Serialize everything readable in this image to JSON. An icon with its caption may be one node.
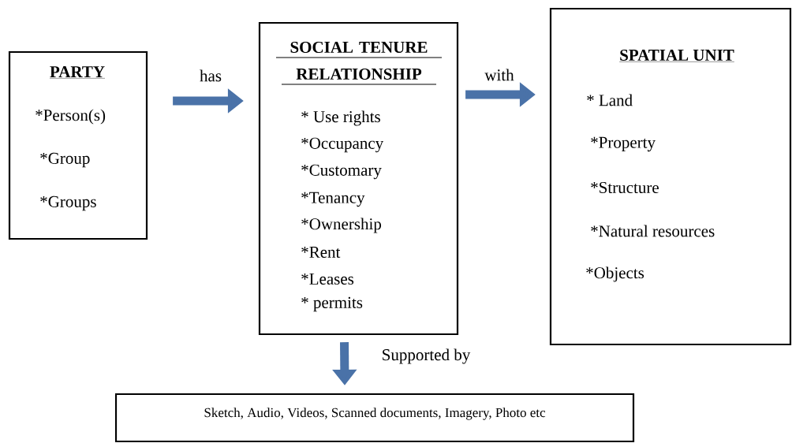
{
  "diagram": {
    "nodes": [
      {
        "text": [
          "PARTY",
          "*Person(s)",
          "*Group",
          "*Groups"
        ]
      },
      {
        "text": [
          "SOCIAL TENURE RELATIONSHIP",
          "* Use rights",
          "*Occupancy",
          "*Customary",
          "*Tenancy",
          "*Ownership",
          "*Rent",
          "*Leases",
          "* permits"
        ]
      },
      {
        "text": [
          "SPATIAL UNIT",
          "* Land",
          "*Property",
          "*Structure",
          "*Natural resources",
          "*Objects"
        ]
      },
      {
        "text": [
          "Sketch, Audio, Videos, Scanned documents, Imagery, Photo etc"
        ]
      }
    ],
    "edges": [
      {
        "from": 0,
        "to": 1,
        "arrow": "to",
        "label": "has"
      },
      {
        "from": 1,
        "to": 2,
        "arrow": "to",
        "label": "with"
      },
      {
        "from": 1,
        "to": 3,
        "arrow": "to",
        "label": "Supported by"
      }
    ]
  }
}
